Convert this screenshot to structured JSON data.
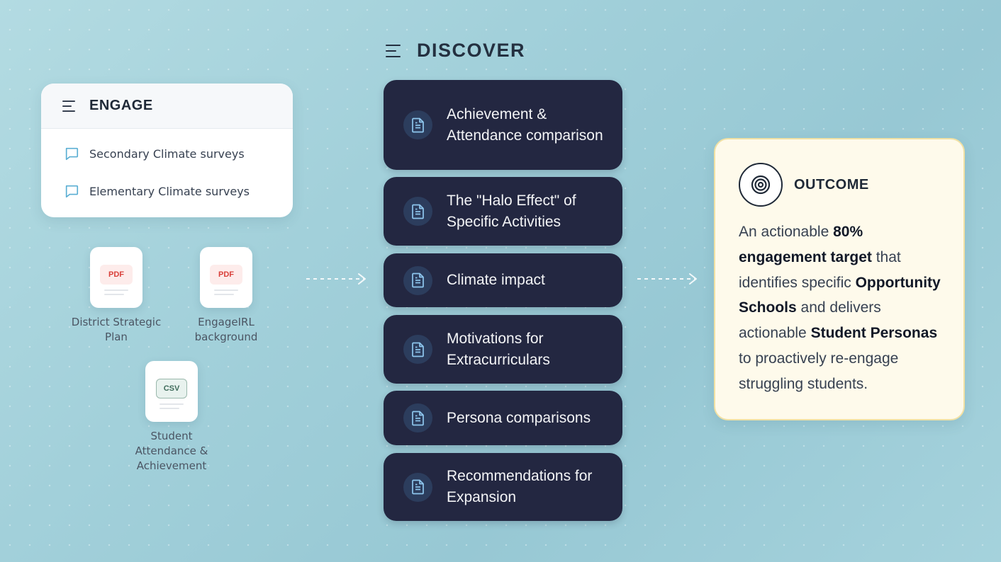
{
  "engage": {
    "title": "ENGAGE",
    "items": [
      {
        "label": "Secondary Climate surveys",
        "icon": "chat-bubble-icon"
      },
      {
        "label": "Elementary Climate surveys",
        "icon": "chat-bubble-icon"
      }
    ]
  },
  "files": [
    {
      "badge": "PDF",
      "label": "District Strategic Plan"
    },
    {
      "badge": "PDF",
      "label": "EngageIRL background"
    },
    {
      "badge": "CSV",
      "label": "Student Attendance & Achievement"
    }
  ],
  "discover": {
    "title": "DISCOVER",
    "items": [
      {
        "label": "Achievement & Attendance comparison"
      },
      {
        "label": "The \"Halo Effect\" of Specific Activities"
      },
      {
        "label": "Climate impact"
      },
      {
        "label": "Motivations for Extracurriculars"
      },
      {
        "label": "Persona comparisons"
      },
      {
        "label": "Recommendations for Expansion"
      }
    ]
  },
  "outcome": {
    "title": "OUTCOME",
    "icon": "target-icon",
    "text_parts": [
      "An actionable ",
      "80% engagement target",
      " that identifies specific ",
      "Opportunity Schools",
      " and delivers actionable ",
      "Student Personas",
      " to proactively re-engage struggling students."
    ]
  },
  "colors": {
    "discover_card": "#232741",
    "outcome_card": "#fefaeb",
    "pdf_red": "#d9403a",
    "chat_icon": "#5aaed3"
  }
}
